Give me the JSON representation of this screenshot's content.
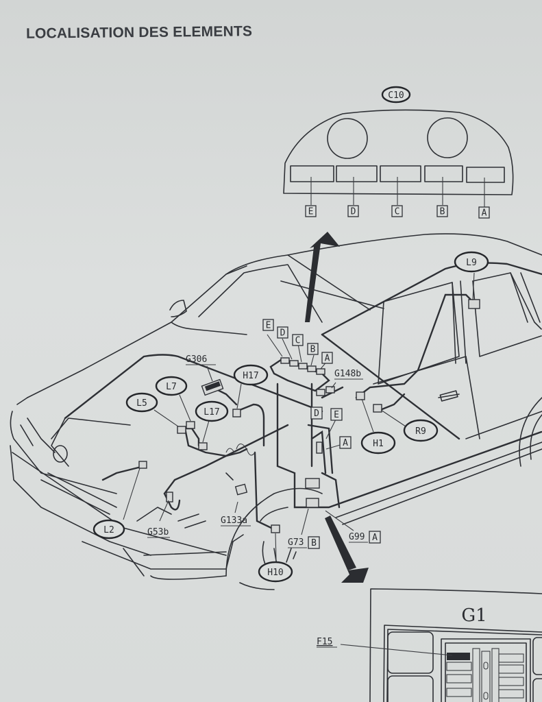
{
  "page": {
    "title": "LOCALISATION DES ELEMENTS"
  },
  "dashboard_inset": {
    "component_label": "C10",
    "connector_labels": [
      "E",
      "D",
      "C",
      "B",
      "A"
    ]
  },
  "car_diagram": {
    "connector_block_labels": [
      "E",
      "D",
      "C",
      "B",
      "A"
    ],
    "circled_labels": {
      "l9": "L9",
      "h17": "H17",
      "l7": "L7",
      "l5": "L5",
      "l17": "L17",
      "h1": "H1",
      "r9": "R9",
      "l2": "L2",
      "h10": "H10"
    },
    "underlined_labels": {
      "g306": "G306",
      "g148b": "G148b",
      "g53b": "G53b",
      "g133a": "G133a",
      "g73": "G73",
      "g99": "G99"
    },
    "boxed_labels": {
      "d_lower": "D",
      "e_lower": "E",
      "a_lower": "A",
      "g73_box": "B",
      "g99_box": "A"
    }
  },
  "fuse_box_inset": {
    "title": "G1",
    "fuse_label": "F15"
  }
}
